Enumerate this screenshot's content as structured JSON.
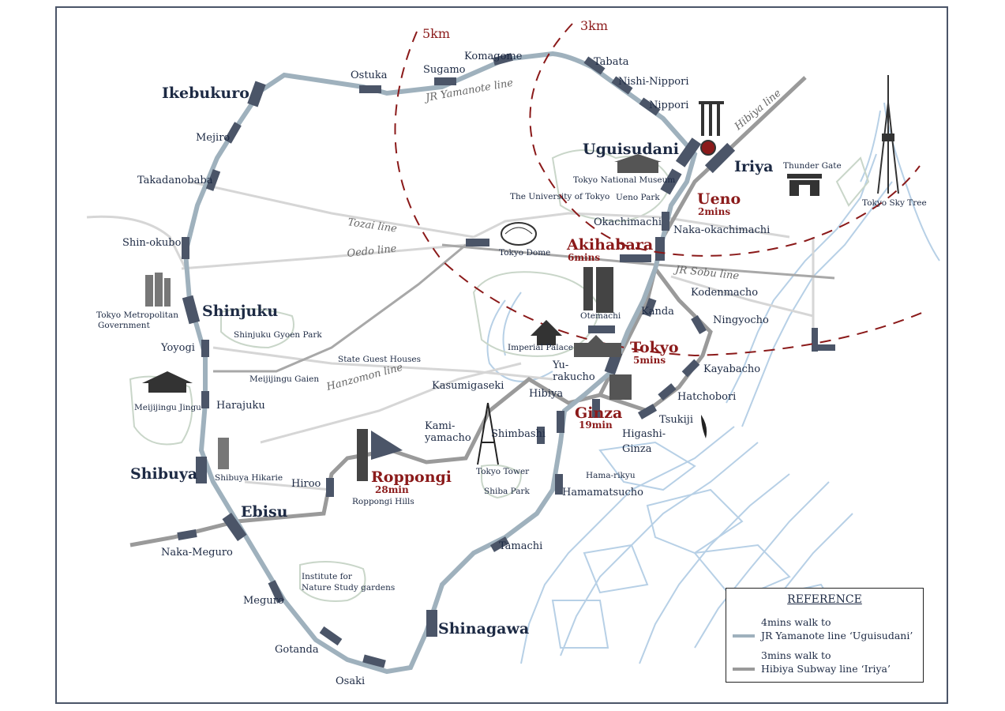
{
  "colors": {
    "yamanote": "#9fb1bd",
    "hibiya": "#9a9a9a",
    "station_block": "#4b5568",
    "accent_red": "#8b1a1a",
    "navy": "#1d2a44",
    "water": "#b7d0e6",
    "park": "#dfe7df"
  },
  "radius_labels": {
    "r5": "5km",
    "r3": "3km"
  },
  "line_labels": {
    "yamanote": "JR Yamanote line",
    "hibiya": "Hibiya line",
    "tozai": "Tozai line",
    "oedo": "Oedo line",
    "sobu": "JR Sobu line",
    "hanzomon": "Hanzomon line"
  },
  "major_stations": {
    "ikebukuro": "Ikebukuro",
    "uguisudani": "Uguisudani",
    "iriya": "Iriya",
    "shinjuku": "Shinjuku",
    "shibuya": "Shibuya",
    "ebisu": "Ebisu",
    "shinagawa": "Shinagawa"
  },
  "highlight_stations": {
    "ueno": {
      "name": "Ueno",
      "time": "2mins"
    },
    "akihabara": {
      "name": "Akihabara",
      "time": "6mins"
    },
    "tokyo": {
      "name": "Tokyo",
      "time": "5mins"
    },
    "ginza": {
      "name": "Ginza",
      "time": "19min"
    },
    "roppongi": {
      "name": "Roppongi",
      "time": "28min"
    }
  },
  "stations": {
    "ostuka": "Ostuka",
    "sugamo": "Sugamo",
    "komagome": "Komagome",
    "tabata": "Tabata",
    "nishinippori": "Nishi-Nippori",
    "nippori": "Nippori",
    "mejiro": "Mejiro",
    "takadanobaba": "Takadanobaba",
    "shinokubo": "Shin-okubo",
    "yoyogi": "Yoyogi",
    "harajuku": "Harajuku",
    "nakameguro": "Naka-Meguro",
    "meguro": "Meguro",
    "gotanda": "Gotanda",
    "osaki": "Osaki",
    "tamachi": "Tamachi",
    "hamamatsucho": "Hamamatsucho",
    "shimbashi": "Shimbashi",
    "hibiya": "Hibiya",
    "yurakucho1": "Yu-",
    "yurakucho2": "rakucho",
    "kanda": "Kanda",
    "okachimachi": "Okachimachi",
    "nakaokachimachi": "Naka-okachimachi",
    "kodenmacho": "Kodenmacho",
    "ningyocho": "Ningyocho",
    "kayabacho": "Kayabacho",
    "hatchobori": "Hatchobori",
    "tsukiji": "Tsukiji",
    "higashiginza1": "Higashi-",
    "higashiginza2": "Ginza",
    "kasumigaseki": "Kasumigaseki",
    "kamiyamacho1": "Kami-",
    "kamiyamacho2": "yamacho",
    "hiroo": "Hiroo"
  },
  "landmarks": {
    "tokyo_national_museum": "Tokyo National Museum",
    "univ_tokyo": "The University of Tokyo",
    "ueno_park": "Ueno Park",
    "thunder_gate": "Thunder Gate",
    "sky_tree": "Tokyo Sky Tree",
    "tokyo_dome": "Tokyo Dome",
    "otemachi": "Otemachi",
    "imperial_palace": "Imperial Palace",
    "metro_gov1": "Tokyo Metropolitan",
    "metro_gov2": "Government",
    "gyoen": "Shinjuku Gyoen Park",
    "guest_houses": "State Guest Houses",
    "meijijingu_gaien": "Meijijingu Gaien",
    "meijijingu": "Meijijingu Jingu",
    "hikarie": "Shibuya Hikarie",
    "roppongi_hills": "Roppongi Hills",
    "tokyo_tower": "Tokyo Tower",
    "shiba_park": "Shiba Park",
    "hama_rikyu": "Hama-rikyu",
    "nature1": "Institute for",
    "nature2": "Nature Study gardens"
  },
  "legend": {
    "title": "REFERENCE",
    "row1_line1": "4mins walk to",
    "row1_line2": "JR Yamanote line ‘Uguisudani’",
    "row2_line1": "3mins walk to",
    "row2_line2": "Hibiya Subway line ‘Iriya’"
  }
}
